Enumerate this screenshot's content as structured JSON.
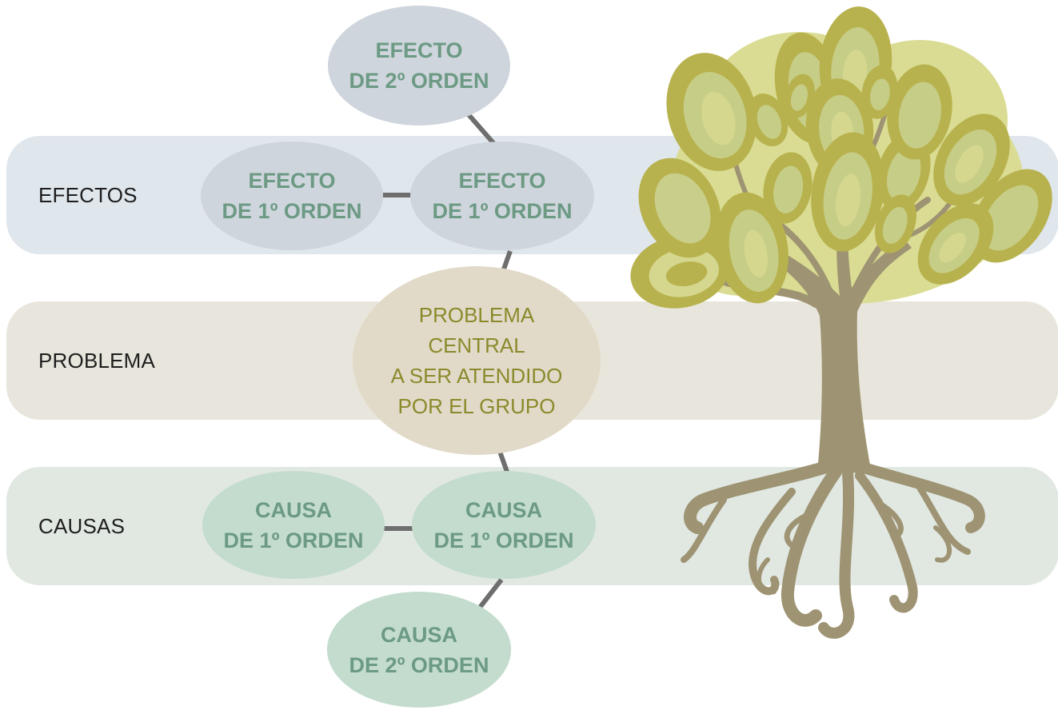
{
  "bands": {
    "effects": "EFECTOS",
    "problem": "PROBLEMA",
    "causes": "CAUSAS"
  },
  "nodes": {
    "effect_second": [
      "EFECTO",
      "DE 2º ORDEN"
    ],
    "effect_first_left": [
      "EFECTO",
      "DE 1º ORDEN"
    ],
    "effect_first_right": [
      "EFECTO",
      "DE 1º ORDEN"
    ],
    "problem": [
      "PROBLEMA",
      "CENTRAL",
      "A SER ATENDIDO",
      "POR EL GRUPO"
    ],
    "cause_first_left": [
      "CAUSA",
      "DE 1º ORDEN"
    ],
    "cause_first_right": [
      "CAUSA",
      "DE 1º ORDEN"
    ],
    "cause_second": [
      "CAUSA",
      "DE 2º ORDEN"
    ]
  },
  "colors": {
    "effects_band": "#dfe6ec",
    "problem_band": "#e8e6dc",
    "causes_band": "#e1e8e2",
    "effect_node": "#cfd5dc",
    "cause_node": "#c3dccd",
    "problem_node": "#e2dac8",
    "node_text": "#6c9a84",
    "problem_text": "#8a8a2c",
    "connector": "#6e6e6e",
    "trunk": "#9e9372",
    "foliage": "#b8b24e"
  },
  "icons": {
    "tree": "tree-illustration"
  }
}
